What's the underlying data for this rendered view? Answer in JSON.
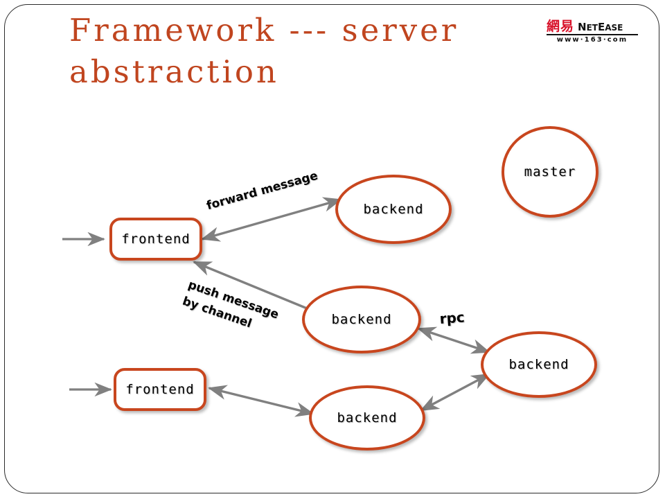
{
  "slide": {
    "title": "Framework --- server\nabstraction",
    "title_color": "#C0451F",
    "background": "#ffffff",
    "border_color": "#2b2b2b"
  },
  "logo": {
    "name": "netease-logo",
    "cn_text": "網易",
    "en_text_lead": "N",
    "en_text_rest": "ET",
    "en_text_lead2": "E",
    "en_text_rest2": "ASE",
    "url_text": "www·163·com",
    "cn_color": "#D8122A",
    "en_color": "#111111"
  },
  "diagram": {
    "node_border_color": "#C8461E",
    "node_fill": "#ffffff",
    "arrow_color": "#808080",
    "nodes": [
      {
        "id": "frontend-top",
        "label": "frontend",
        "shape": "box"
      },
      {
        "id": "backend-top",
        "label": "backend",
        "shape": "ellipse"
      },
      {
        "id": "master",
        "label": "master",
        "shape": "ellipse"
      },
      {
        "id": "backend-mid",
        "label": "backend",
        "shape": "ellipse"
      },
      {
        "id": "backend-right",
        "label": "backend",
        "shape": "ellipse"
      },
      {
        "id": "frontend-bottom",
        "label": "frontend",
        "shape": "box"
      },
      {
        "id": "backend-bottom",
        "label": "backend",
        "shape": "ellipse"
      }
    ],
    "edge_labels": [
      {
        "id": "forward-message",
        "text": "forward message"
      },
      {
        "id": "push-message",
        "text": "push message\nby channel"
      },
      {
        "id": "rpc",
        "text": "rpc"
      }
    ]
  }
}
